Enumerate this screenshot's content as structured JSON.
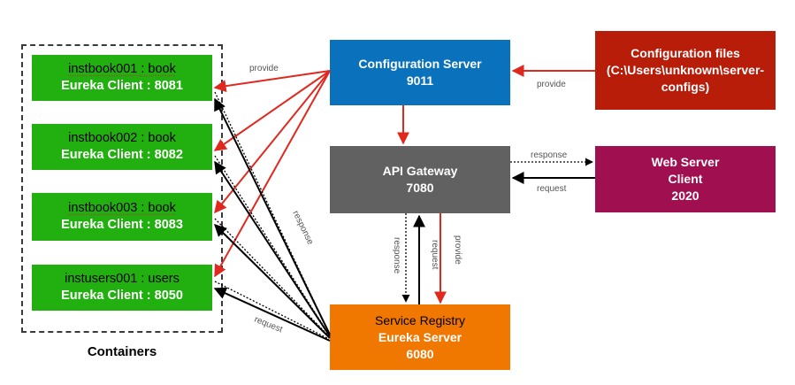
{
  "containers_label": "Containers",
  "clients": [
    {
      "line1": "instbook001 : book",
      "line2": "Eureka Client : 8081"
    },
    {
      "line1": "instbook002 : book",
      "line2": "Eureka Client : 8082"
    },
    {
      "line1": "instbook003 : book",
      "line2": "Eureka Client : 8083"
    },
    {
      "line1": "instusers001 : users",
      "line2": "Eureka Client : 8050"
    }
  ],
  "config_server": {
    "line1": "Configuration Server",
    "line2": "9011",
    "color": "#0a72bd"
  },
  "config_files": {
    "line1": "Configuration files",
    "line2": "(C:\\Users\\unknown\\server-",
    "line3": "configs)",
    "color": "#b81d0a"
  },
  "api_gateway": {
    "line1": "API Gateway",
    "line2": "7080",
    "color": "#616161"
  },
  "web_server": {
    "line1": "Web Server",
    "line2": "Client",
    "line3": "2020",
    "color": "#a01050"
  },
  "service_registry": {
    "line1": "Service Registry",
    "line2": "Eureka Server",
    "line3": "6080",
    "color": "#f07800"
  },
  "edge_labels": {
    "provide_containers": "provide",
    "provide_files": "provide",
    "response_web": "response",
    "request_web": "request",
    "response_containers": "response",
    "request_containers": "request",
    "response_gateway": "response",
    "request_gateway": "request",
    "provide_registry": "provide"
  }
}
